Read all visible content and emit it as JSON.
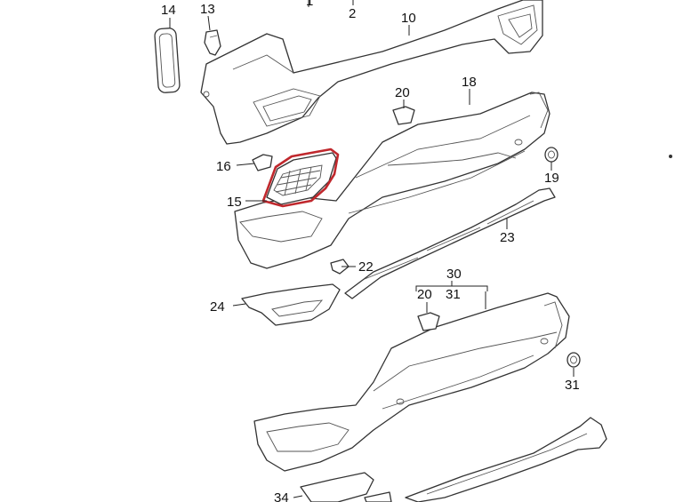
{
  "highlight_color": "#c0282d",
  "callouts": {
    "n1": "1",
    "n2": "2",
    "n10": "10",
    "n13": "13",
    "n14": "14",
    "n15": "15",
    "n16": "16",
    "n18": "18",
    "n19": "19",
    "n20a": "20",
    "n20b": "20",
    "n22": "22",
    "n23": "23",
    "n24": "24",
    "n30": "30",
    "n31a": "31",
    "n31b": "31",
    "n34": "34"
  },
  "highlighted_part": "15"
}
